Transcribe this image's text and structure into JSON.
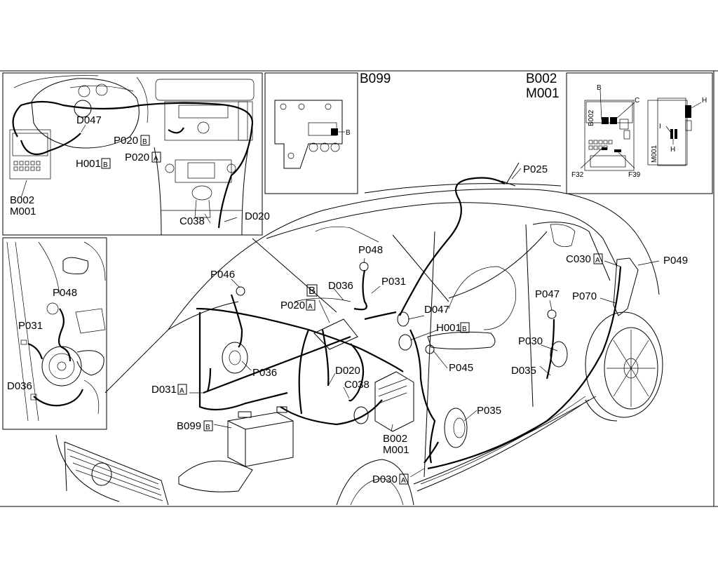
{
  "panels": {
    "dashboard": {
      "labels": [
        "D047",
        "P020",
        "H001",
        "P020",
        "B002",
        "M001",
        "C038",
        "D020"
      ],
      "boxed": [
        "B",
        "A",
        "B"
      ]
    },
    "b099_title": "B099",
    "b002_title_1": "B002",
    "b002_title_2": "M001",
    "b099_connector_letter": "B",
    "fusebox_letters": [
      "B",
      "C",
      "H",
      "I",
      "H"
    ],
    "fusebox_side_1": "B002",
    "fusebox_side_2": "M001",
    "fuse_left": "F32",
    "fuse_right": "F39",
    "door": {
      "labels": [
        "P048",
        "P031",
        "D036"
      ]
    }
  },
  "main": {
    "labels": {
      "p025": "P025",
      "p049": "P049",
      "c030": "C030",
      "c030_box": "A",
      "p048": "P048",
      "p046": "P046",
      "p031": "P031",
      "d036": "D036",
      "b": "B",
      "p020": "P020",
      "p020_box": "A",
      "d047": "D047",
      "h001": "H001",
      "h001_box": "B",
      "p047": "P047",
      "p070": "P070",
      "p030": "P030",
      "p045": "P045",
      "d035": "D035",
      "p036": "P036",
      "d020": "D020",
      "c038": "C038",
      "d031": "D031",
      "d031_box": "A",
      "p035": "P035",
      "b099": "B099",
      "b099_box": "B",
      "b002": "B002",
      "m001": "M001",
      "d030": "D030",
      "d030_box": "A"
    }
  }
}
